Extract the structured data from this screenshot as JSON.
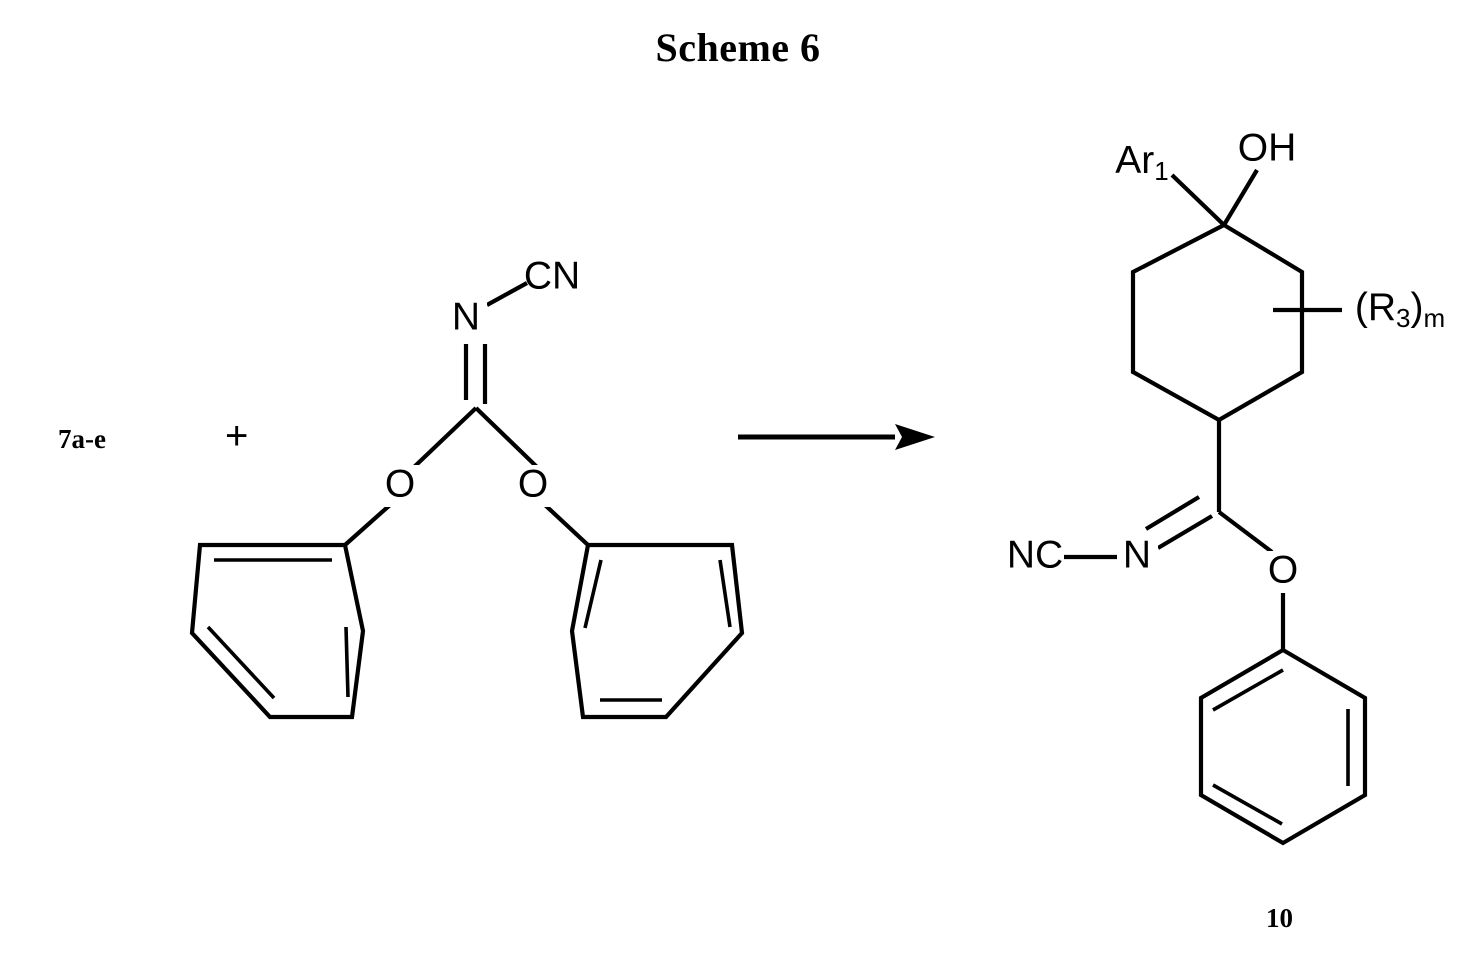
{
  "title": "Scheme 6",
  "reaction": {
    "reactant_label": "7a-e",
    "plus": "+",
    "product_label": "10",
    "arrow": "reaction-arrow"
  },
  "reagent": {
    "name": "diphenyl N-cyanocarbonimidate",
    "atoms": {
      "nitrogen": "N",
      "cyano": "CN",
      "oxygen_left": "O",
      "oxygen_right": "O"
    },
    "rings": [
      {
        "name": "phenyl-left"
      },
      {
        "name": "phenyl-right"
      }
    ]
  },
  "product": {
    "atoms": {
      "aryl": "Ar",
      "aryl_sub": "1",
      "hydroxyl": "OH",
      "substituent_open": "(R",
      "substituent_sub": "3",
      "substituent_close": ")",
      "substituent_count": "m",
      "nitrile": "NC",
      "imine_nitrogen": "N",
      "ester_oxygen": "O"
    },
    "rings": [
      {
        "name": "cyclohexane"
      },
      {
        "name": "phenyl-product"
      }
    ]
  }
}
